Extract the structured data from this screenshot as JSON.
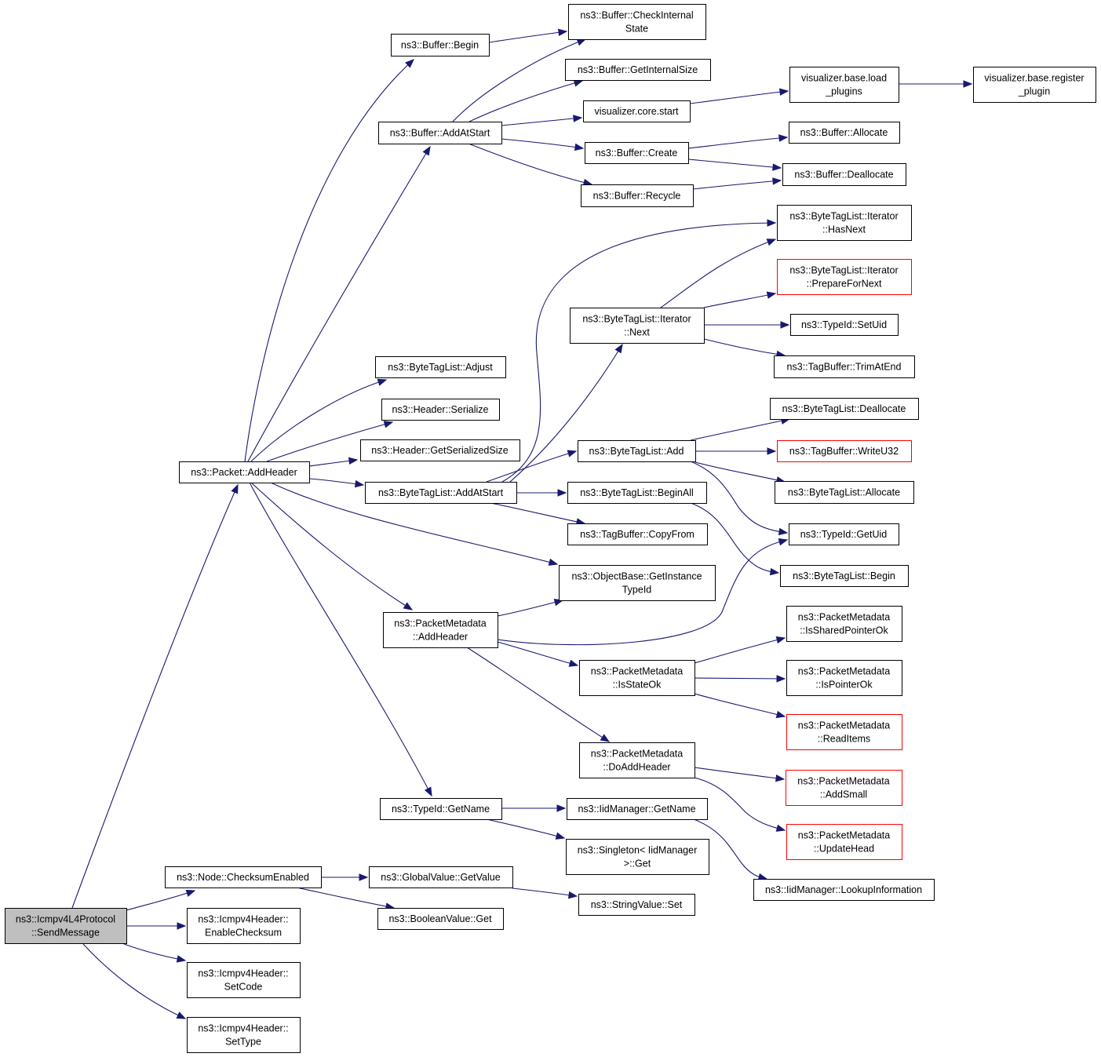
{
  "colors": {
    "edge": "#191970",
    "node_border": "#000000",
    "node_border_truncated": "#ff0000",
    "root_fill": "#bfbfbf",
    "node_fill": "#ffffff"
  },
  "nodes": [
    {
      "id": "root",
      "lines": [
        "ns3::Icmpv4L4Protocol",
        "::SendMessage"
      ],
      "style": "root"
    },
    {
      "id": "addHeader",
      "lines": [
        "ns3::Packet::AddHeader"
      ]
    },
    {
      "id": "checksumEnabled",
      "lines": [
        "ns3::Node::ChecksumEnabled"
      ]
    },
    {
      "id": "enableChecksum",
      "lines": [
        "ns3::Icmpv4Header::",
        "EnableChecksum"
      ]
    },
    {
      "id": "setCode",
      "lines": [
        "ns3::Icmpv4Header::",
        "SetCode"
      ]
    },
    {
      "id": "setType",
      "lines": [
        "ns3::Icmpv4Header::",
        "SetType"
      ]
    },
    {
      "id": "bufBegin",
      "lines": [
        "ns3::Buffer::Begin"
      ]
    },
    {
      "id": "bufAddAtStart",
      "lines": [
        "ns3::Buffer::AddAtStart"
      ]
    },
    {
      "id": "btlAdjust",
      "lines": [
        "ns3::ByteTagList::Adjust"
      ]
    },
    {
      "id": "hdrSerialize",
      "lines": [
        "ns3::Header::Serialize"
      ]
    },
    {
      "id": "hdrGetSize",
      "lines": [
        "ns3::Header::GetSerializedSize"
      ]
    },
    {
      "id": "btlAddAtStart",
      "lines": [
        "ns3::ByteTagList::AddAtStart"
      ]
    },
    {
      "id": "pmAddHeader",
      "lines": [
        "ns3::PacketMetadata",
        "::AddHeader"
      ]
    },
    {
      "id": "tidGetName",
      "lines": [
        "ns3::TypeId::GetName"
      ]
    },
    {
      "id": "gvGetValue",
      "lines": [
        "ns3::GlobalValue::GetValue"
      ]
    },
    {
      "id": "boolGet",
      "lines": [
        "ns3::BooleanValue::Get"
      ]
    },
    {
      "id": "bufCheck",
      "lines": [
        "ns3::Buffer::CheckInternal",
        "State"
      ]
    },
    {
      "id": "bufGetInternalSize",
      "lines": [
        "ns3::Buffer::GetInternalSize"
      ]
    },
    {
      "id": "vizStart",
      "lines": [
        "visualizer.core.start"
      ]
    },
    {
      "id": "bufCreate",
      "lines": [
        "ns3::Buffer::Create"
      ]
    },
    {
      "id": "bufRecycle",
      "lines": [
        "ns3::Buffer::Recycle"
      ]
    },
    {
      "id": "btlItNext",
      "lines": [
        "ns3::ByteTagList::Iterator",
        "::Next"
      ]
    },
    {
      "id": "btlAdd",
      "lines": [
        "ns3::ByteTagList::Add"
      ]
    },
    {
      "id": "btlBeginAll",
      "lines": [
        "ns3::ByteTagList::BeginAll"
      ]
    },
    {
      "id": "tbCopyFrom",
      "lines": [
        "ns3::TagBuffer::CopyFrom"
      ]
    },
    {
      "id": "obGetInstance",
      "lines": [
        "ns3::ObjectBase::GetInstance",
        "TypeId"
      ]
    },
    {
      "id": "pmIsStateOk",
      "lines": [
        "ns3::PacketMetadata",
        "::IsStateOk"
      ]
    },
    {
      "id": "pmDoAddHeader",
      "lines": [
        "ns3::PacketMetadata",
        "::DoAddHeader"
      ]
    },
    {
      "id": "iidGetName",
      "lines": [
        "ns3::IidManager::GetName"
      ]
    },
    {
      "id": "singletonGet",
      "lines": [
        "ns3::Singleton< IidManager",
        ">::Get"
      ]
    },
    {
      "id": "svSet",
      "lines": [
        "ns3::StringValue::Set"
      ]
    },
    {
      "id": "vizLoadPlugins",
      "lines": [
        "visualizer.base.load",
        "_plugins"
      ]
    },
    {
      "id": "bufAllocate",
      "lines": [
        "ns3::Buffer::Allocate"
      ]
    },
    {
      "id": "bufDeallocate",
      "lines": [
        "ns3::Buffer::Deallocate"
      ]
    },
    {
      "id": "btlItHasNext",
      "lines": [
        "ns3::ByteTagList::Iterator",
        "::HasNext"
      ]
    },
    {
      "id": "btlItPrepare",
      "lines": [
        "ns3::ByteTagList::Iterator",
        "::PrepareForNext"
      ],
      "style": "red"
    },
    {
      "id": "tidSetUid",
      "lines": [
        "ns3::TypeId::SetUid"
      ]
    },
    {
      "id": "tbTrimAtEnd",
      "lines": [
        "ns3::TagBuffer::TrimAtEnd"
      ]
    },
    {
      "id": "btlDeallocate",
      "lines": [
        "ns3::ByteTagList::Deallocate"
      ]
    },
    {
      "id": "tbWriteU32",
      "lines": [
        "ns3::TagBuffer::WriteU32"
      ],
      "style": "red"
    },
    {
      "id": "btlAllocate",
      "lines": [
        "ns3::ByteTagList::Allocate"
      ]
    },
    {
      "id": "tidGetUid",
      "lines": [
        "ns3::TypeId::GetUid"
      ]
    },
    {
      "id": "btlBegin",
      "lines": [
        "ns3::ByteTagList::Begin"
      ]
    },
    {
      "id": "pmIsShared",
      "lines": [
        "ns3::PacketMetadata",
        "::IsSharedPointerOk"
      ]
    },
    {
      "id": "pmIsPointerOk",
      "lines": [
        "ns3::PacketMetadata",
        "::IsPointerOk"
      ]
    },
    {
      "id": "pmReadItems",
      "lines": [
        "ns3::PacketMetadata",
        "::ReadItems"
      ],
      "style": "red"
    },
    {
      "id": "pmAddSmall",
      "lines": [
        "ns3::PacketMetadata",
        "::AddSmall"
      ],
      "style": "red"
    },
    {
      "id": "pmUpdateHead",
      "lines": [
        "ns3::PacketMetadata",
        "::UpdateHead"
      ],
      "style": "red"
    },
    {
      "id": "iidLookup",
      "lines": [
        "ns3::IidManager::LookupInformation"
      ]
    },
    {
      "id": "vizRegister",
      "lines": [
        "visualizer.base.register",
        "_plugin"
      ]
    }
  ],
  "edges": [
    [
      "root",
      "addHeader"
    ],
    [
      "root",
      "checksumEnabled"
    ],
    [
      "root",
      "enableChecksum"
    ],
    [
      "root",
      "setCode"
    ],
    [
      "root",
      "setType"
    ],
    [
      "addHeader",
      "bufBegin"
    ],
    [
      "addHeader",
      "bufAddAtStart"
    ],
    [
      "addHeader",
      "btlAdjust"
    ],
    [
      "addHeader",
      "hdrSerialize"
    ],
    [
      "addHeader",
      "hdrGetSize"
    ],
    [
      "addHeader",
      "btlAddAtStart"
    ],
    [
      "addHeader",
      "obGetInstance"
    ],
    [
      "addHeader",
      "pmAddHeader"
    ],
    [
      "addHeader",
      "tidGetName"
    ],
    [
      "bufBegin",
      "bufCheck"
    ],
    [
      "bufAddAtStart",
      "bufCheck"
    ],
    [
      "bufAddAtStart",
      "bufGetInternalSize"
    ],
    [
      "bufAddAtStart",
      "vizStart"
    ],
    [
      "bufAddAtStart",
      "bufCreate"
    ],
    [
      "bufAddAtStart",
      "bufRecycle"
    ],
    [
      "vizStart",
      "vizLoadPlugins"
    ],
    [
      "vizLoadPlugins",
      "vizRegister"
    ],
    [
      "bufCreate",
      "bufAllocate"
    ],
    [
      "bufCreate",
      "bufDeallocate"
    ],
    [
      "bufRecycle",
      "bufDeallocate"
    ],
    [
      "btlAddAtStart",
      "btlItHasNext"
    ],
    [
      "btlAddAtStart",
      "btlItNext"
    ],
    [
      "btlAddAtStart",
      "btlAdd"
    ],
    [
      "btlAddAtStart",
      "btlBeginAll"
    ],
    [
      "btlAddAtStart",
      "tbCopyFrom"
    ],
    [
      "btlItNext",
      "btlItHasNext"
    ],
    [
      "btlItNext",
      "btlItPrepare"
    ],
    [
      "btlItNext",
      "tidSetUid"
    ],
    [
      "btlItNext",
      "tbTrimAtEnd"
    ],
    [
      "btlAdd",
      "btlDeallocate"
    ],
    [
      "btlAdd",
      "tbWriteU32"
    ],
    [
      "btlAdd",
      "btlAllocate"
    ],
    [
      "btlAdd",
      "tidGetUid"
    ],
    [
      "btlBeginAll",
      "btlBegin"
    ],
    [
      "pmAddHeader",
      "obGetInstance"
    ],
    [
      "pmAddHeader",
      "tidGetUid"
    ],
    [
      "pmAddHeader",
      "pmIsStateOk"
    ],
    [
      "pmAddHeader",
      "pmDoAddHeader"
    ],
    [
      "pmIsStateOk",
      "pmIsShared"
    ],
    [
      "pmIsStateOk",
      "pmIsPointerOk"
    ],
    [
      "pmIsStateOk",
      "pmReadItems"
    ],
    [
      "pmDoAddHeader",
      "pmAddSmall"
    ],
    [
      "pmDoAddHeader",
      "pmUpdateHead"
    ],
    [
      "tidGetName",
      "iidGetName"
    ],
    [
      "tidGetName",
      "singletonGet"
    ],
    [
      "iidGetName",
      "iidLookup"
    ],
    [
      "checksumEnabled",
      "gvGetValue"
    ],
    [
      "checksumEnabled",
      "boolGet"
    ],
    [
      "gvGetValue",
      "svSet"
    ]
  ]
}
